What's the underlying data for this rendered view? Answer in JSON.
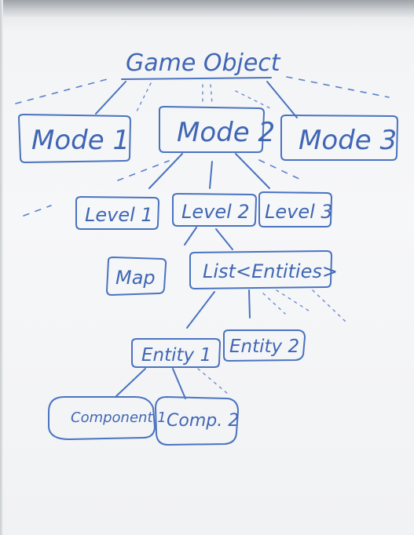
{
  "diagram": {
    "root": "Game Object",
    "modes": [
      "Mode 1",
      "Mode 2",
      "Mode 3"
    ],
    "levels": [
      "Level 1",
      "Level 2",
      "Level 3"
    ],
    "level_children": [
      "Map",
      "List<Entities>"
    ],
    "entities": [
      "Entity 1",
      "Entity 2"
    ],
    "components": [
      "Component 1",
      "Comp. 2"
    ]
  },
  "colors": {
    "ink": "#4a73c0",
    "board": "#f4f5f7"
  }
}
